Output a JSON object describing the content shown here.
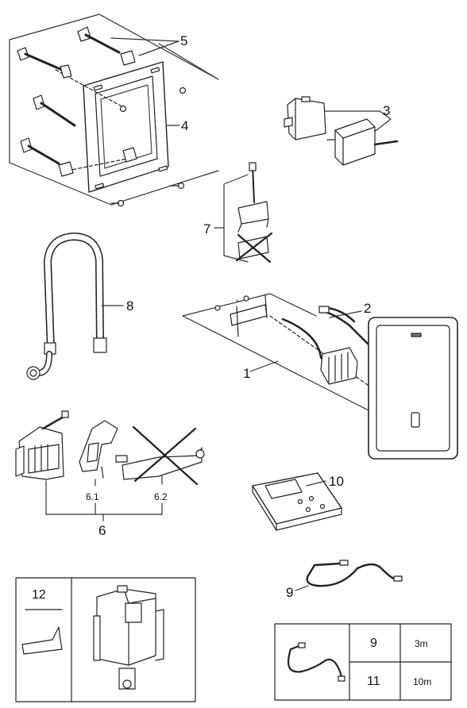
{
  "labels": {
    "part_1": "1",
    "part_2": "2",
    "part_3": "3",
    "part_4": "4",
    "part_5": "5",
    "part_6": "6",
    "part_6_1": "6.1",
    "part_6_2": "6.2",
    "part_7": "7",
    "part_8": "8",
    "part_9": "9",
    "part_10": "10",
    "part_12": "12"
  },
  "cable_table": {
    "rows": [
      {
        "part": "9",
        "length": "3m"
      },
      {
        "part": "11",
        "length": "10m"
      }
    ]
  }
}
